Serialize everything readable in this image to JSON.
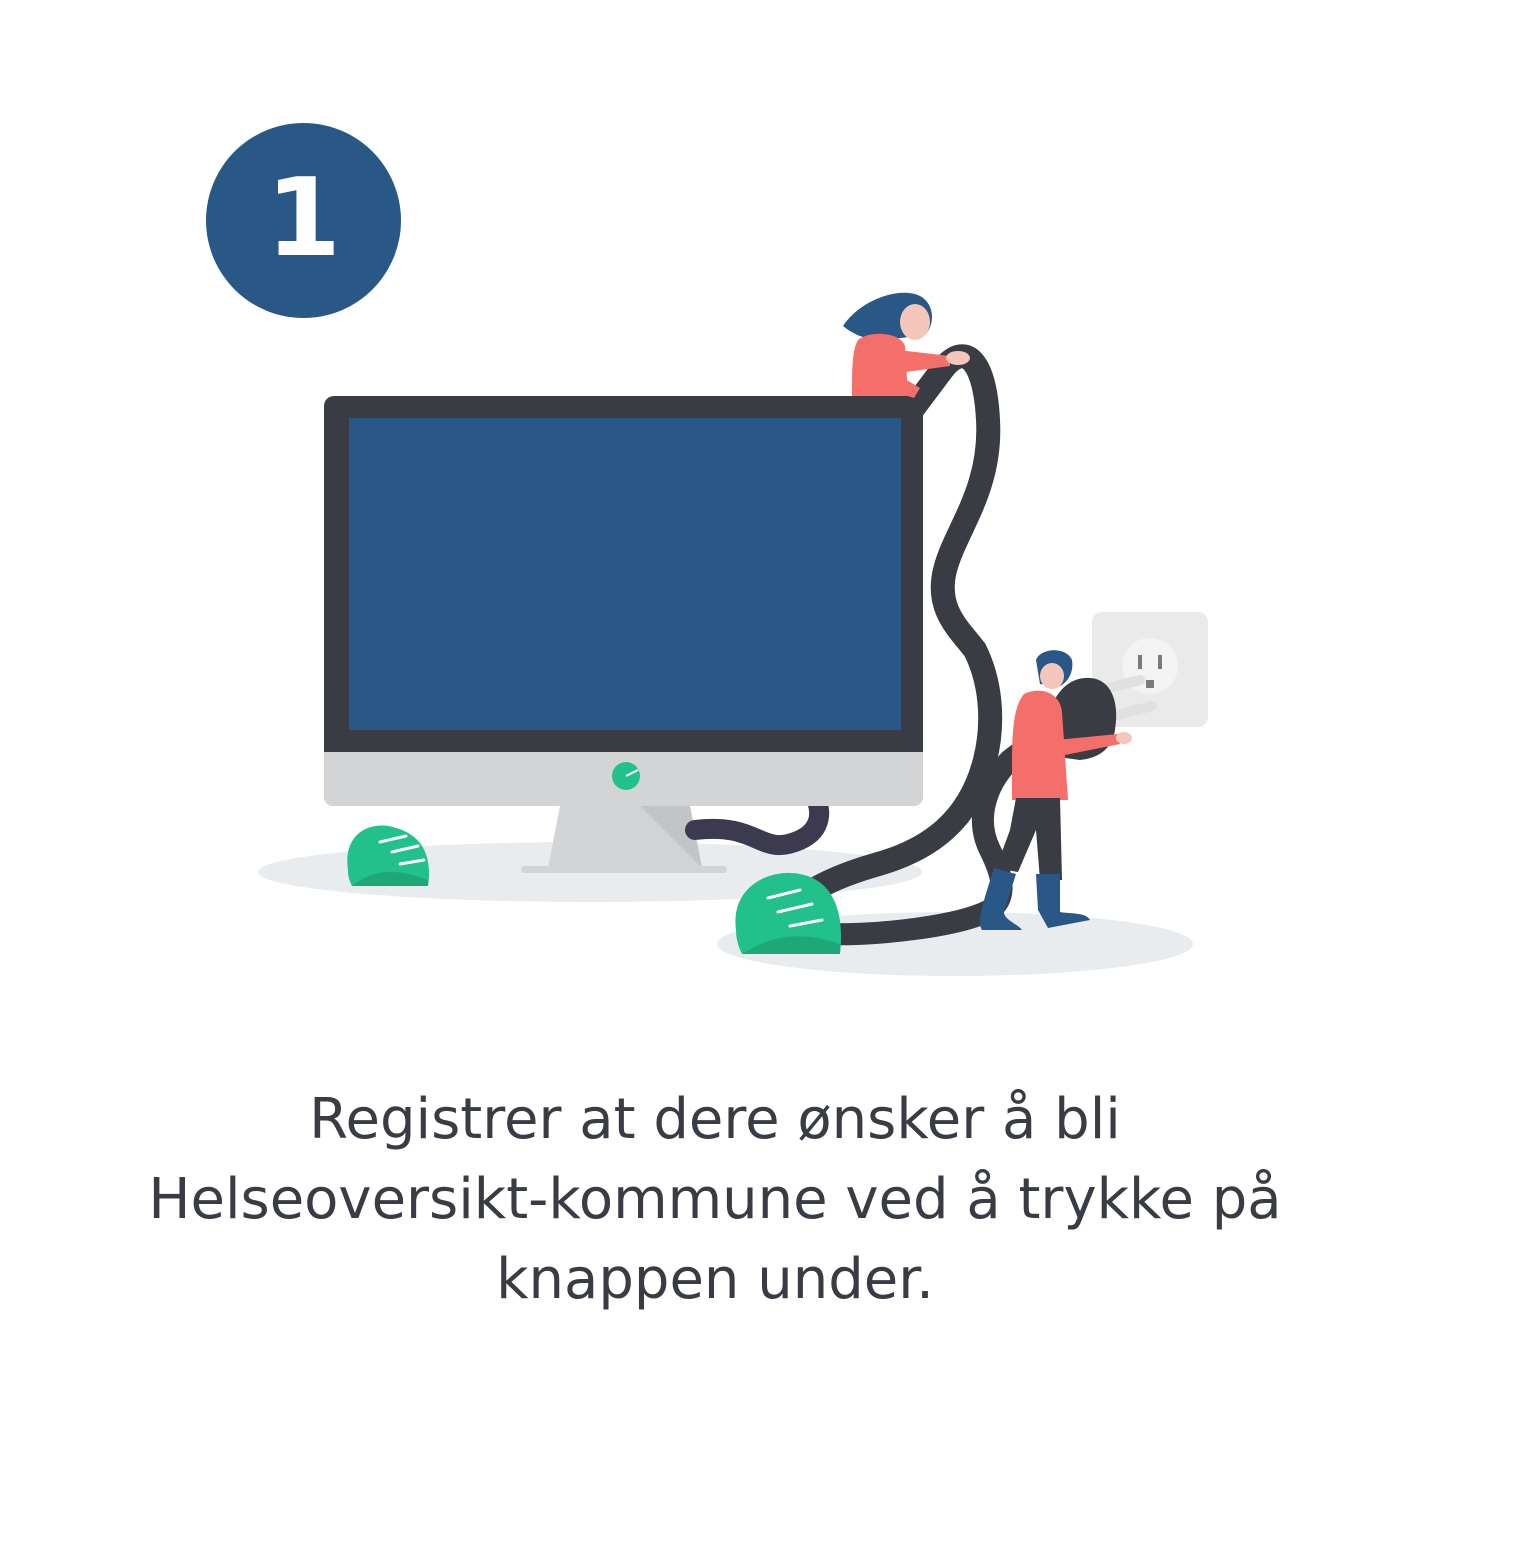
{
  "step": {
    "number": "1"
  },
  "illustration": {
    "subject": "computer-plug-in-illustration"
  },
  "description": {
    "lines": [
      "Registrer at dere ønsker å bli",
      "Helseoversikt-kommune ved å trykke på",
      "knappen under."
    ]
  },
  "colors": {
    "brand_blue": "#2a5886",
    "text_dark": "#3a3c45",
    "monitor_frame": "#3a3c44",
    "monitor_chin": "#d3d4d6",
    "accent_green": "#22c08a",
    "person_shirt": "#f46e6a",
    "ground_shadow": "#e9ecef"
  }
}
